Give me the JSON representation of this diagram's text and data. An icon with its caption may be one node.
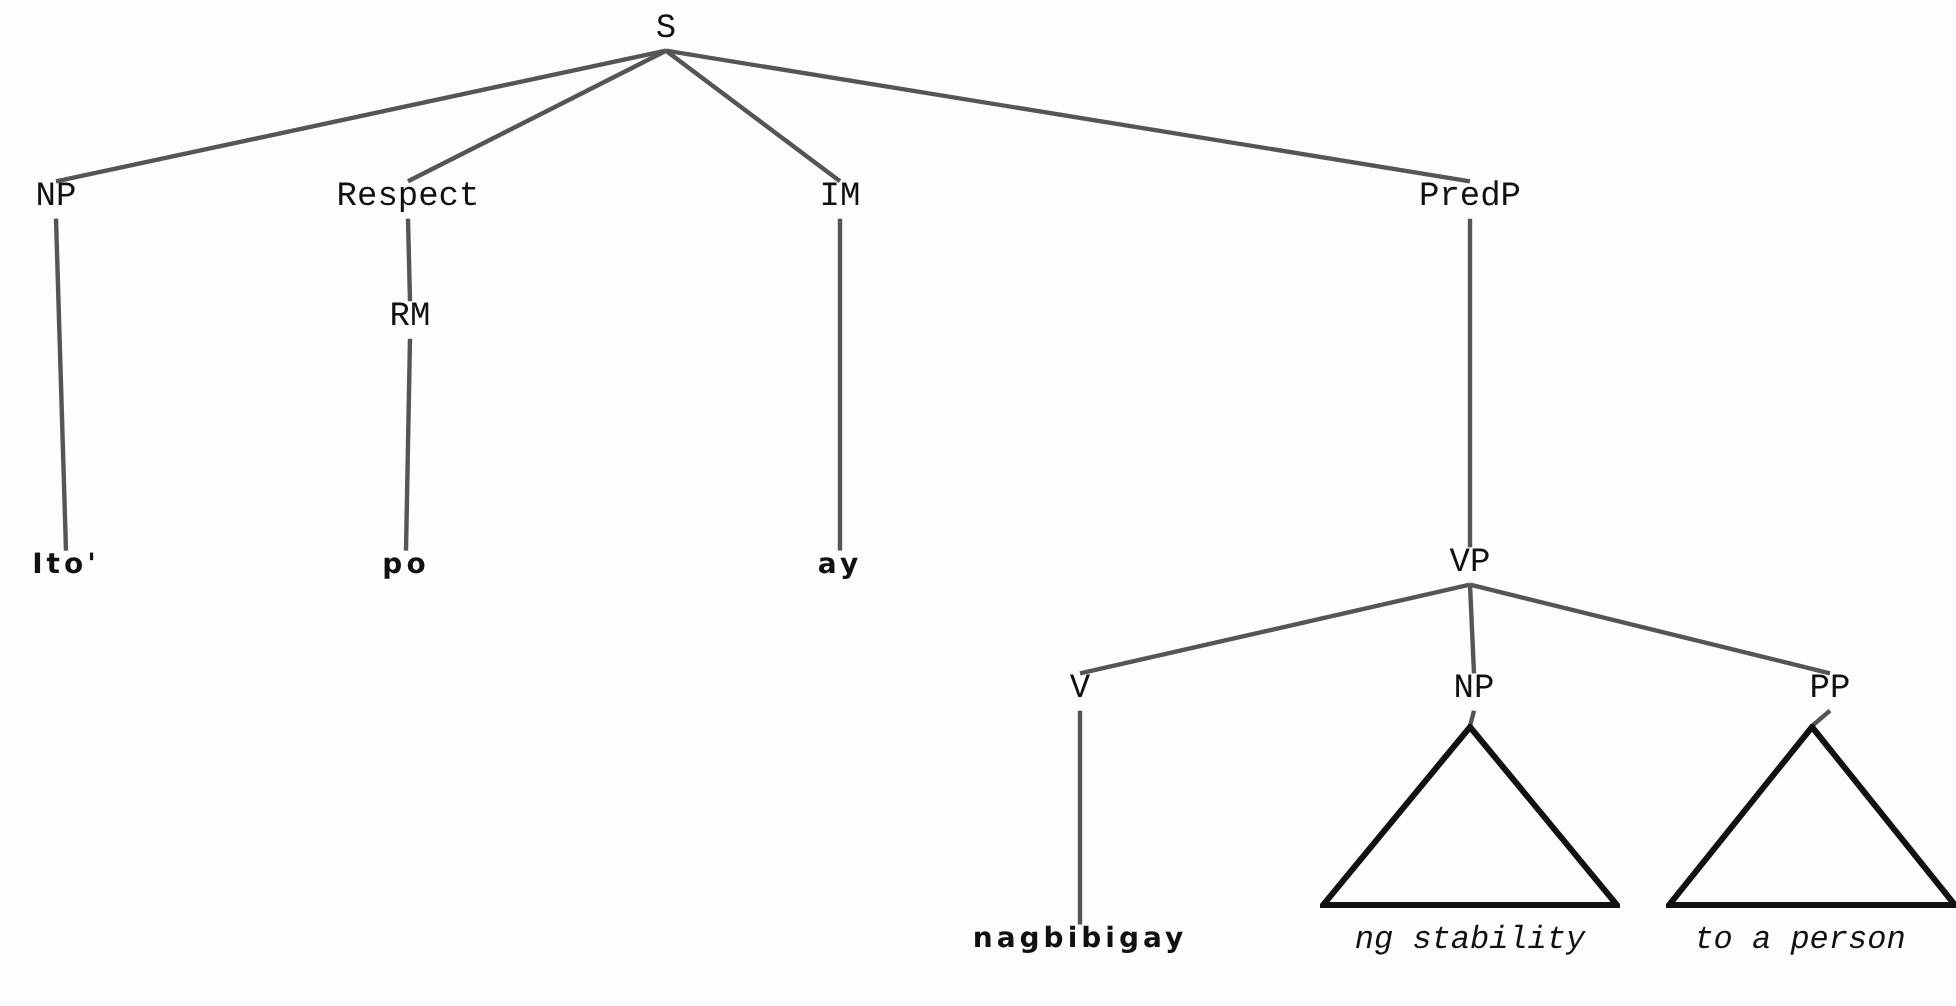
{
  "diagram": {
    "nodes": [
      {
        "text": [
          "S"
        ]
      },
      {
        "text": [
          "NP"
        ]
      },
      {
        "text": [
          "Respect"
        ]
      },
      {
        "text": [
          "IM"
        ]
      },
      {
        "text": [
          "PredP"
        ]
      },
      {
        "text": [
          "RM"
        ]
      },
      {
        "text": [
          "Ito'"
        ]
      },
      {
        "text": [
          "po"
        ]
      },
      {
        "text": [
          "ay"
        ]
      },
      {
        "text": [
          "VP"
        ]
      },
      {
        "text": [
          "V"
        ]
      },
      {
        "text": [
          "NP"
        ]
      },
      {
        "text": [
          "PP"
        ]
      },
      {
        "text": [],
        "shape": "triangle",
        "beside": [
          "ng stability"
        ]
      },
      {
        "text": [],
        "shape": "triangle",
        "beside": [
          "to a person"
        ]
      },
      {
        "text": [
          "nagbibigay"
        ]
      }
    ],
    "edges": [
      {
        "from": 0,
        "to": 1,
        "arrow": "none"
      },
      {
        "from": 0,
        "to": 2,
        "arrow": "none"
      },
      {
        "from": 0,
        "to": 3,
        "arrow": "none"
      },
      {
        "from": 0,
        "to": 4,
        "arrow": "none"
      },
      {
        "from": 1,
        "to": 6,
        "arrow": "none"
      },
      {
        "from": 2,
        "to": 5,
        "arrow": "none"
      },
      {
        "from": 5,
        "to": 7,
        "arrow": "none"
      },
      {
        "from": 3,
        "to": 8,
        "arrow": "none"
      },
      {
        "from": 4,
        "to": 9,
        "arrow": "none"
      },
      {
        "from": 9,
        "to": 10,
        "arrow": "none"
      },
      {
        "from": 9,
        "to": 11,
        "arrow": "none"
      },
      {
        "from": 9,
        "to": 12,
        "arrow": "none"
      },
      {
        "from": 10,
        "to": 15,
        "arrow": "none"
      },
      {
        "from": 11,
        "to": 13,
        "arrow": "none"
      },
      {
        "from": 12,
        "to": 14,
        "arrow": "none"
      }
    ]
  }
}
